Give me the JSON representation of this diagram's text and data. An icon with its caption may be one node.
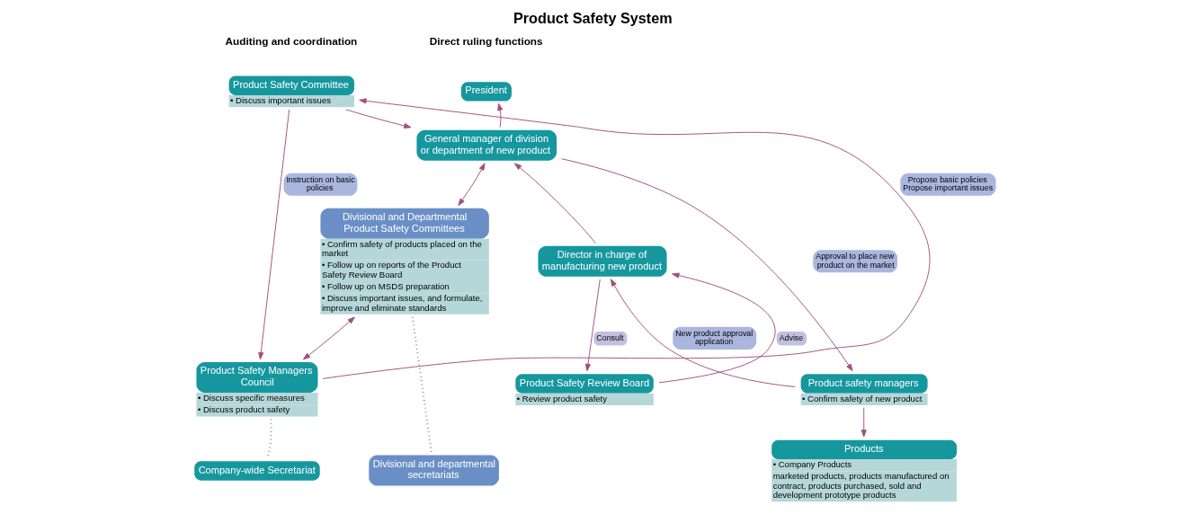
{
  "diagram": {
    "title": "Product Safety System",
    "nodes": [
      {
        "text": [
          "Product Safety Committee",
          "• Discuss important issues"
        ]
      },
      {
        "text": [
          "Product Safety Managers Council",
          "• Discuss specific measures",
          "• Discuss product safety"
        ]
      },
      {
        "text": [
          "Company-wide Secretariat"
        ]
      },
      {
        "text": [
          "Divisional and Departmental Product Safety Committees",
          "• Confirm safety of products placed on the market",
          "• Follow up on reports of the Product Safety Review Board",
          "• Follow up on MSDS preparation",
          "• Discuss important issues, and formulate, improve and eliminate standards"
        ]
      },
      {
        "text": [
          "Divisional and departmental secretariats"
        ]
      },
      {
        "text": [
          "President"
        ]
      },
      {
        "text": [
          "General manager of division or department of new product"
        ]
      },
      {
        "text": [
          "Director in charge of manufacturing new product"
        ]
      },
      {
        "text": [
          "Product safety managers",
          "• Confirm safety of new product"
        ]
      },
      {
        "text": [
          "Products",
          "• Company Products",
          "marketed products, products manufactured on contract, products purchased, sold and development prototype products"
        ]
      },
      {
        "text": [
          "Product Safety Review Board",
          "• Review product safety"
        ]
      }
    ],
    "edges": [
      {
        "from": 0,
        "to": 1,
        "arrow": "to",
        "label": "Instruction on basic policies"
      },
      {
        "from": 1,
        "to": 0,
        "arrow": "to",
        "label": "Propose basic policies Propose important issues"
      },
      {
        "from": 1,
        "to": 3,
        "arrow": "both"
      },
      {
        "from": 1,
        "to": 2,
        "arrow": "none",
        "style": "dashed"
      },
      {
        "from": 3,
        "to": 4,
        "arrow": "none",
        "style": "dashed"
      },
      {
        "from": 0,
        "to": 6,
        "arrow": "to"
      },
      {
        "from": 3,
        "to": 6,
        "arrow": "both"
      },
      {
        "from": 6,
        "to": 5,
        "arrow": "to"
      },
      {
        "from": 6,
        "to": 8,
        "arrow": "to",
        "label": "Approval to place new product on the market"
      },
      {
        "from": 8,
        "to": 7,
        "arrow": "to",
        "label": "New product approval application"
      },
      {
        "from": 7,
        "to": 6,
        "arrow": "to"
      },
      {
        "from": 10,
        "to": 7,
        "arrow": "to",
        "label": "Advise"
      },
      {
        "from": 7,
        "to": 10,
        "arrow": "to",
        "label": "Consult"
      },
      {
        "from": 8,
        "to": 9,
        "arrow": "to"
      }
    ],
    "labels": [
      "Auditing and coordination",
      "Direct ruling functions"
    ]
  }
}
